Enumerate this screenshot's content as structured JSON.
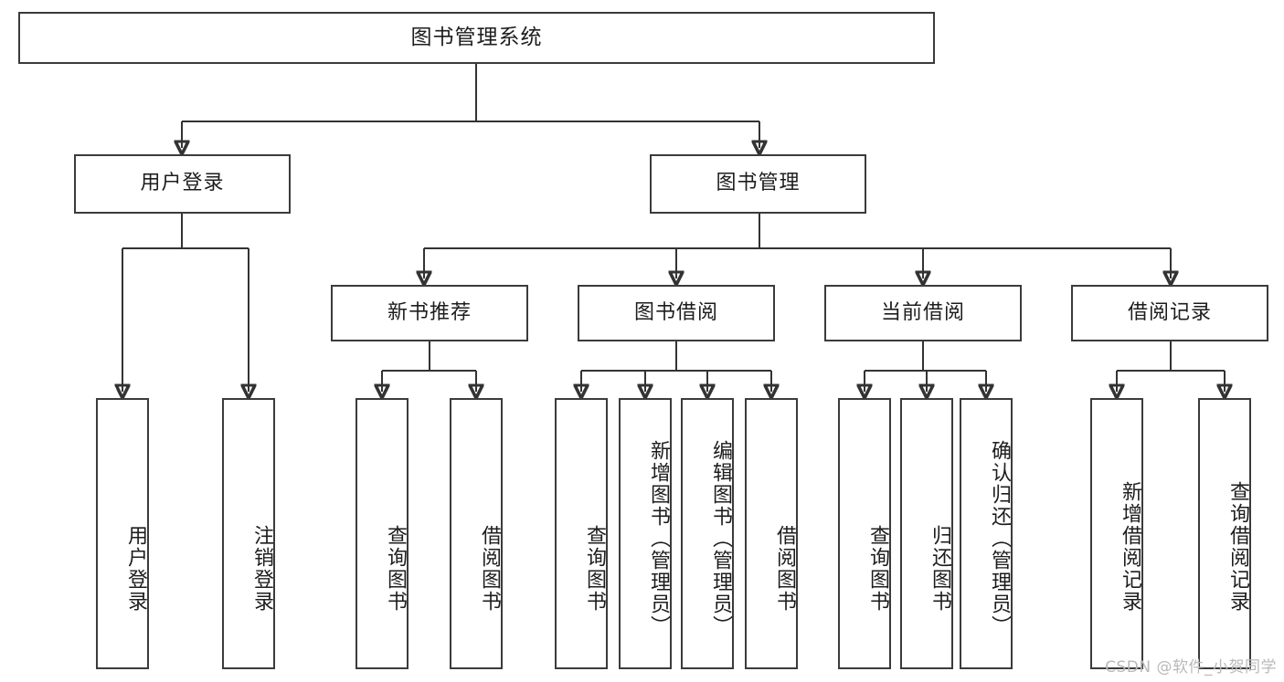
{
  "diagram": {
    "type": "tree-hierarchy",
    "title": "图书管理系统",
    "watermark": "CSDN @软件_小贺同学",
    "colors": {
      "box_border": "#3b3b3b",
      "connector": "#333333",
      "background": "#ffffff",
      "text": "#1d1d1d",
      "watermark": "#b9b9b9"
    },
    "root": {
      "label": "图书管理系统"
    },
    "level2": [
      {
        "id": "user-login",
        "label": "用户登录"
      },
      {
        "id": "book-manage",
        "label": "图书管理"
      }
    ],
    "level3": [
      {
        "id": "new-book-recommend",
        "label": "新书推荐",
        "parent": "book-manage"
      },
      {
        "id": "book-borrow",
        "label": "图书借阅",
        "parent": "book-manage"
      },
      {
        "id": "current-borrow",
        "label": "当前借阅",
        "parent": "book-manage"
      },
      {
        "id": "borrow-record",
        "label": "借阅记录",
        "parent": "book-manage"
      }
    ],
    "leaves": {
      "user_login": [
        {
          "id": "leaf-user-login",
          "label": "用户登录"
        },
        {
          "id": "leaf-user-logout",
          "label": "注销登录"
        }
      ],
      "new_book_recommend": [
        {
          "id": "leaf-query-book-1",
          "label": "查询图书"
        },
        {
          "id": "leaf-borrow-book-1",
          "label": "借阅图书"
        }
      ],
      "book_borrow": [
        {
          "id": "leaf-query-book-2",
          "label": "查询图书"
        },
        {
          "id": "leaf-add-book",
          "label": "新增图书（管理员）"
        },
        {
          "id": "leaf-edit-book",
          "label": "编辑图书（管理员）"
        },
        {
          "id": "leaf-borrow-book-2",
          "label": "借阅图书"
        }
      ],
      "current_borrow": [
        {
          "id": "leaf-query-book-3",
          "label": "查询图书"
        },
        {
          "id": "leaf-return-book",
          "label": "归还图书"
        },
        {
          "id": "leaf-confirm-return",
          "label": "确认归还（管理员）"
        }
      ],
      "borrow_record": [
        {
          "id": "leaf-add-record",
          "label": "新增借阅记录"
        },
        {
          "id": "leaf-query-record",
          "label": "查询借阅记录"
        }
      ]
    }
  }
}
